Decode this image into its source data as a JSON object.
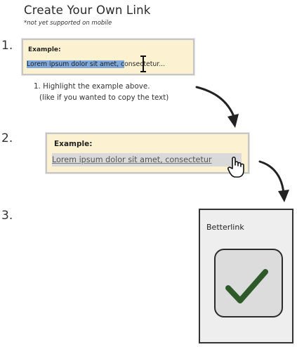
{
  "header": {
    "title": "Create Your Own Link",
    "subtitle": "*not yet supported on mobile"
  },
  "steps": [
    {
      "number": "1.",
      "panel_label": "Example:",
      "highlighted_text": "Lorem ipsum dolor sit amet, c",
      "remaining_text": "onsectetur...",
      "instruction_lines": [
        "1. Highlight the example above.",
        "(like if you wanted to copy the text)"
      ],
      "cursor_icon": "text-cursor-icon"
    },
    {
      "number": "2.",
      "panel_label": "Example:",
      "link_text": "Lorem ipsum dolor sit amet, consectetur",
      "cursor_icon": "hand-pointer-icon"
    },
    {
      "number": "3.",
      "phone_label": "Betterlink",
      "app_icon": "checkmark-icon"
    }
  ],
  "colors": {
    "panel_background": "#fcf2d2",
    "selection_highlight": "#7fa9dc",
    "link_background": "#d9d9d9",
    "phone_background": "#eeeeee",
    "checkmark": "#2e5a2a"
  }
}
